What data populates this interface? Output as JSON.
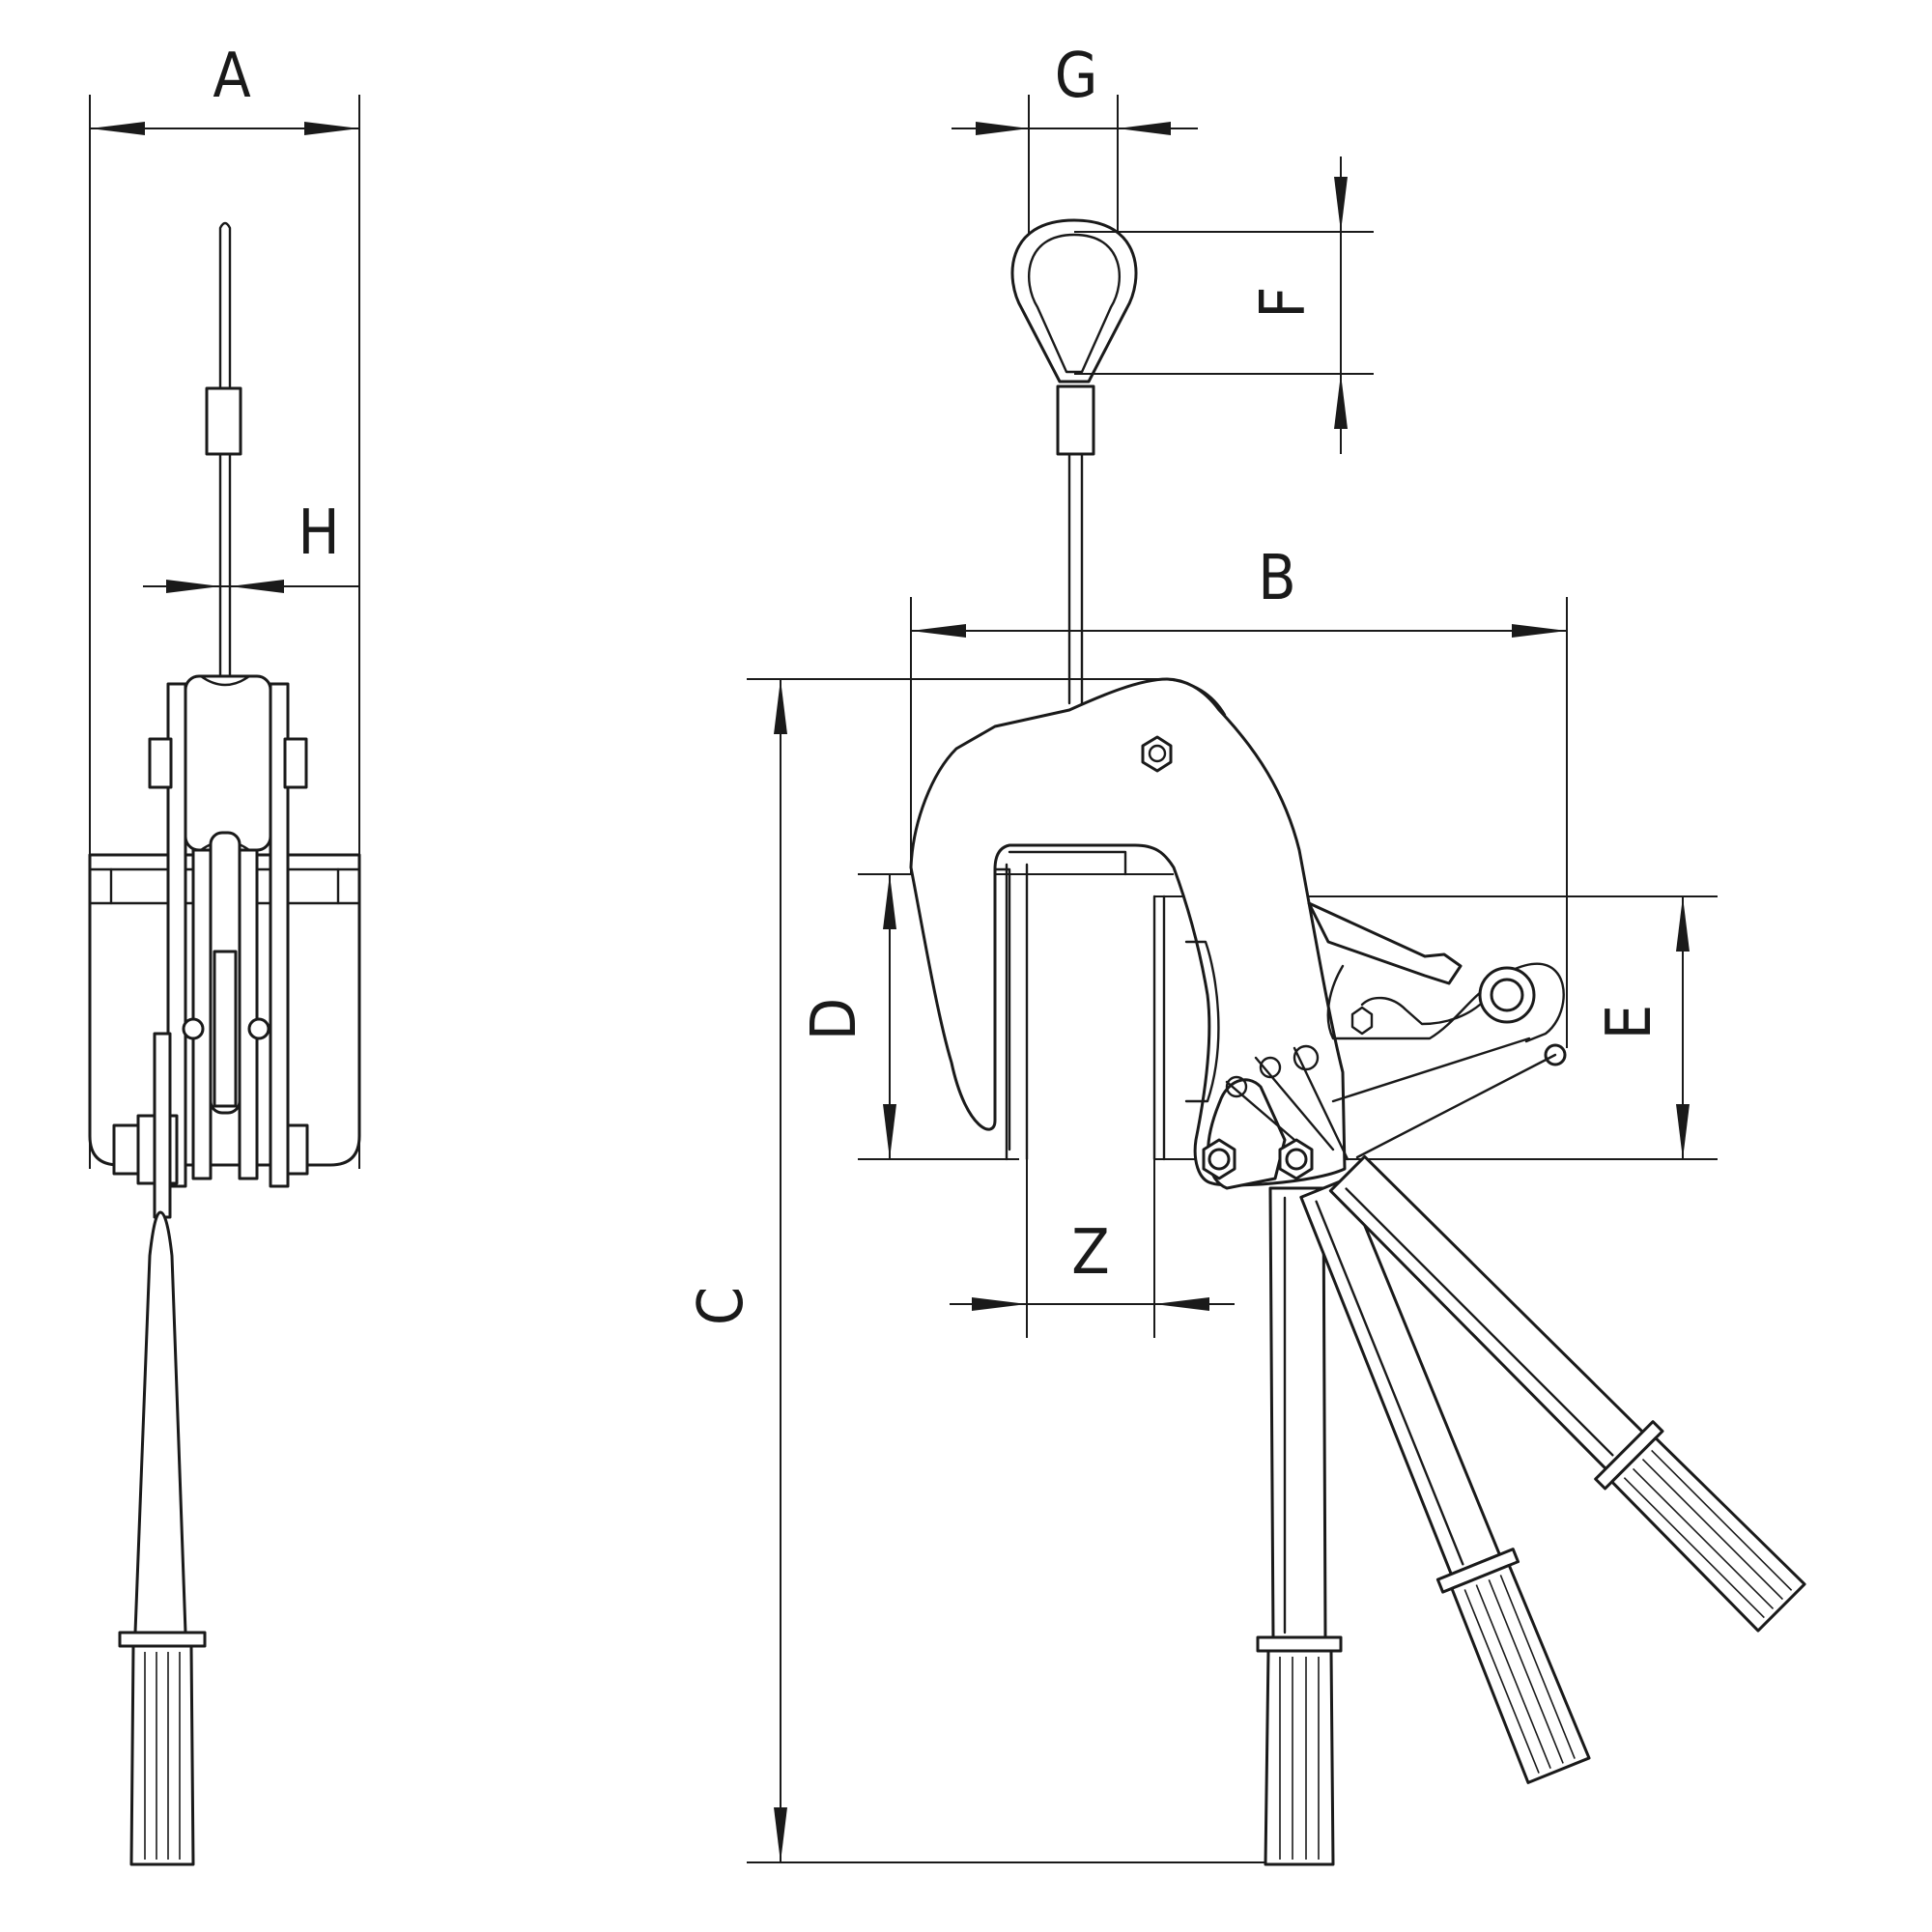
{
  "dimension_labels": {
    "A": "A",
    "B": "B",
    "C": "C",
    "D": "D",
    "E": "E",
    "F": "F",
    "G": "G",
    "H": "H",
    "Z": "Z"
  }
}
